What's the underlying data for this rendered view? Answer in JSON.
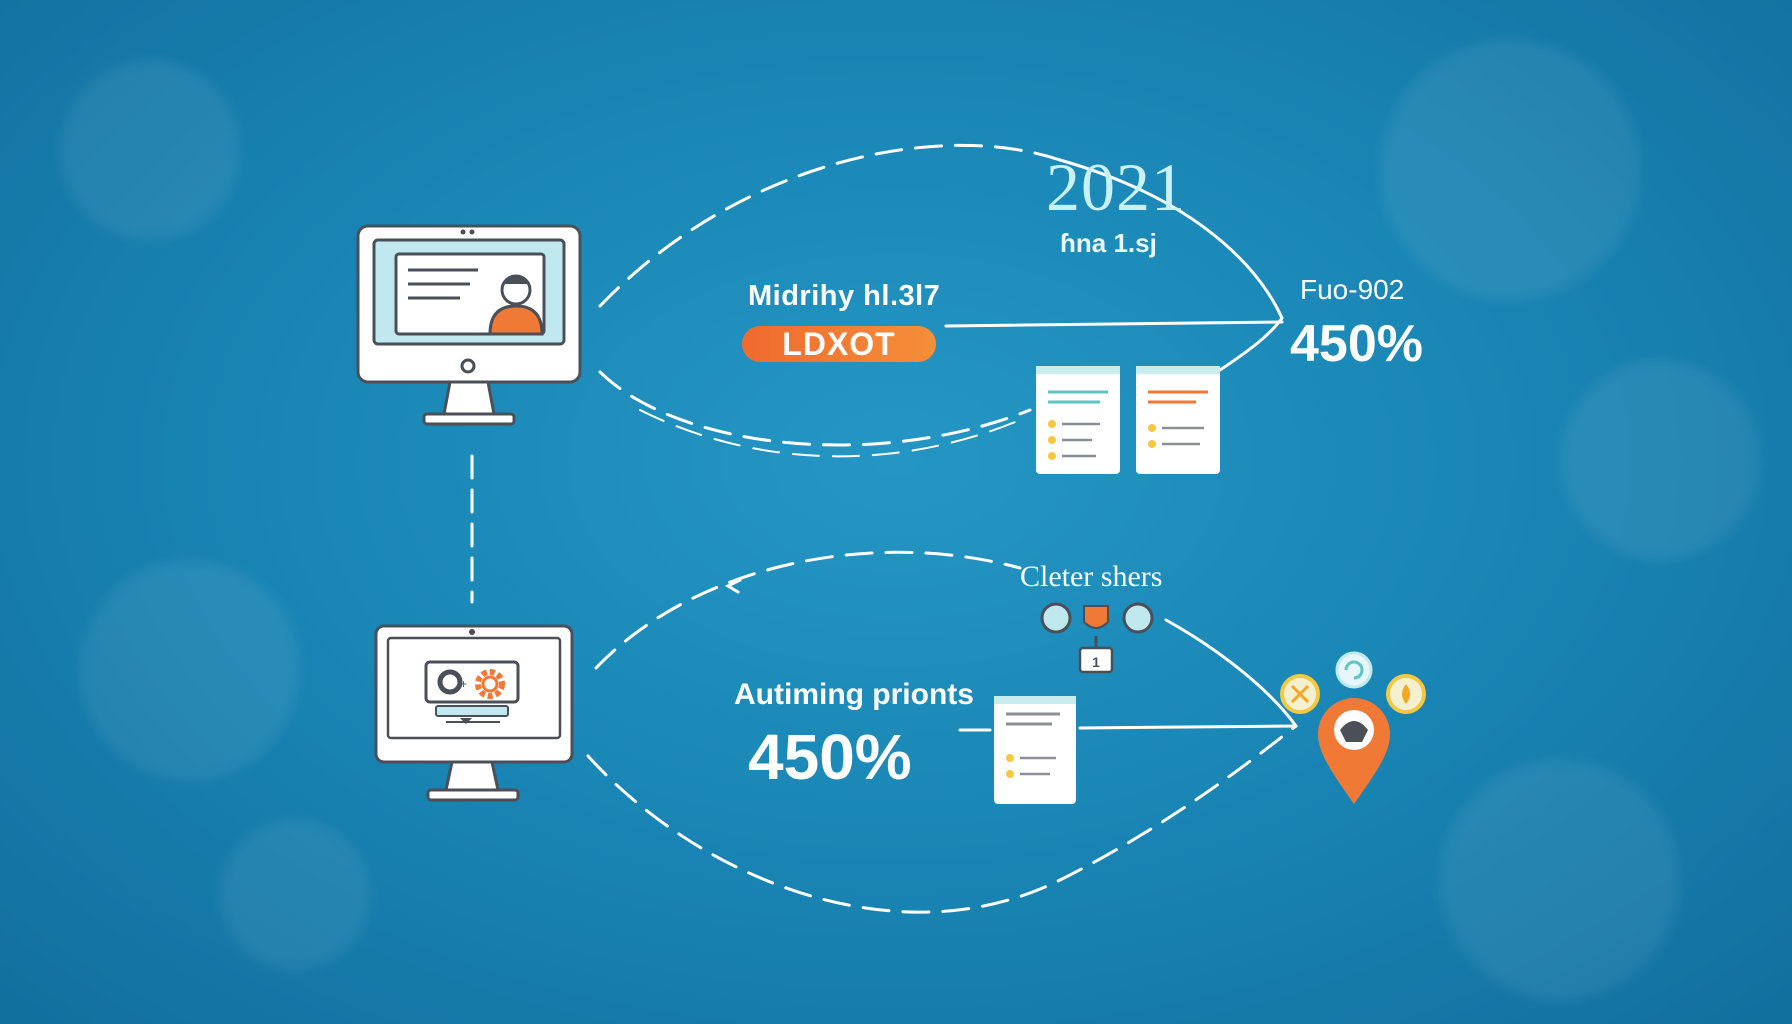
{
  "header": {
    "year": "2021",
    "year_sub": "ɦna 1.sj"
  },
  "top_flow": {
    "label": "Midrihy hl.3l7",
    "badge": "LDXOT",
    "code": "Fuo-902",
    "percent": "450%"
  },
  "bottom_flow": {
    "cluster_label": "Cleter shers",
    "cluster_node_number": "1",
    "auto_label": "Autiming prionts",
    "percent": "450%"
  },
  "colors": {
    "background": "#1a87b6",
    "accent_orange": "#f07a35",
    "accent_teal": "#5fc3c4",
    "accent_yellow": "#f5c842",
    "line": "#ffffff"
  },
  "icons": [
    "monitor-icon",
    "user-avatar-icon",
    "gear-icon",
    "document-icon",
    "location-pin-icon",
    "close-icon",
    "refresh-icon",
    "flame-icon",
    "shield-icon"
  ]
}
